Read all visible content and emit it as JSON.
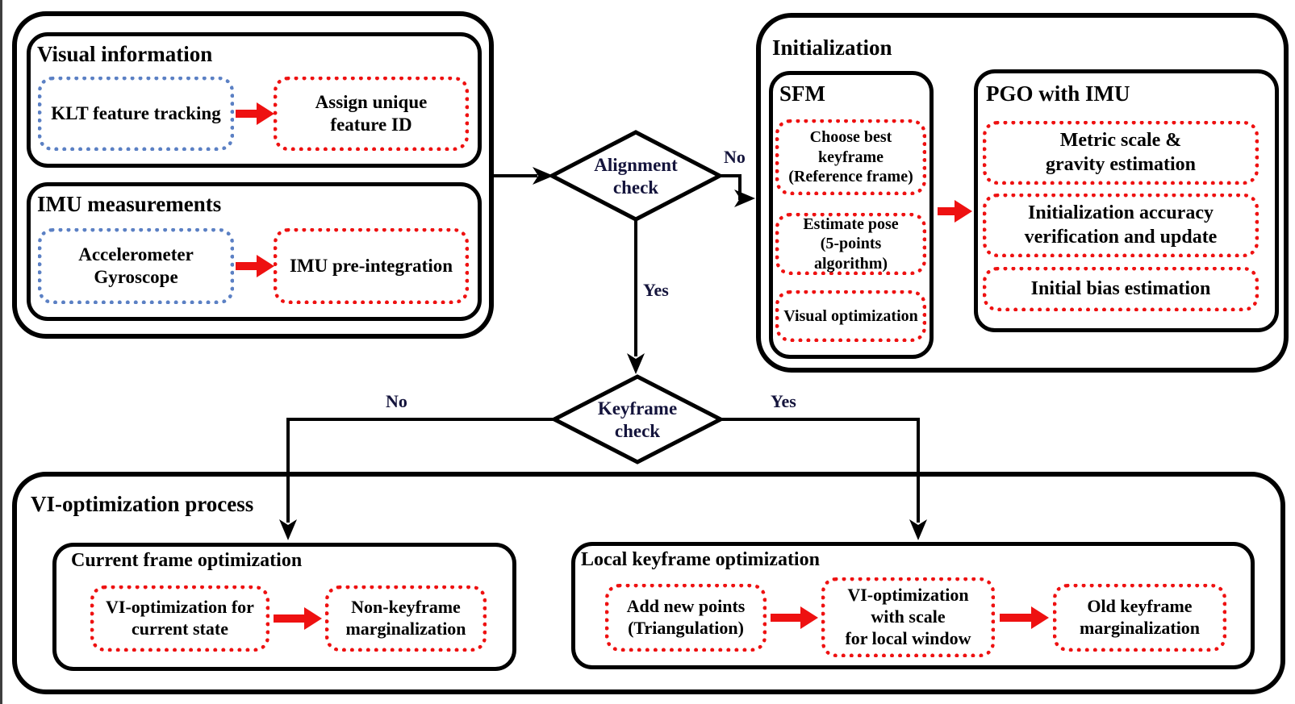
{
  "panels": {
    "sensors": {
      "visual": {
        "title": "Visual information",
        "tracking": "KLT feature tracking",
        "assign": "Assign unique\nfeature ID"
      },
      "imu": {
        "title": "IMU measurements",
        "devices": "Accelerometer\nGyroscope",
        "preintegration": "IMU pre-integration"
      }
    },
    "initialization": {
      "title": "Initialization",
      "sfm": {
        "title": "SFM",
        "steps": [
          "Choose best keyframe\n(Reference frame)",
          "Estimate pose\n(5-points algorithm)",
          "Visual optimization"
        ]
      },
      "pgo": {
        "title": "PGO with IMU",
        "steps": [
          "Metric scale &\ngravity estimation",
          "Initialization accuracy\nverification and update",
          "Initial bias estimation"
        ]
      }
    },
    "decisions": {
      "alignment": {
        "label": "Alignment\ncheck",
        "no": "No",
        "yes": "Yes"
      },
      "keyframe": {
        "label": "Keyframe\ncheck",
        "no": "No",
        "yes": "Yes"
      }
    },
    "vi_optimization": {
      "title": "VI-optimization process",
      "current_frame": {
        "title": "Current frame optimization",
        "steps": [
          "VI-optimization for\ncurrent state",
          "Non-keyframe\nmarginalization"
        ]
      },
      "local_keyframe": {
        "title": "Local keyframe optimization",
        "steps": [
          "Add new points\n(Triangulation)",
          "VI-optimization\nwith scale\nfor local window",
          "Old keyframe\nmarginalization"
        ]
      }
    }
  },
  "colors": {
    "accent_red": "#ee1111",
    "accent_blue": "#5b80c4",
    "line_black": "#000000",
    "decision_text": "#14143c"
  }
}
